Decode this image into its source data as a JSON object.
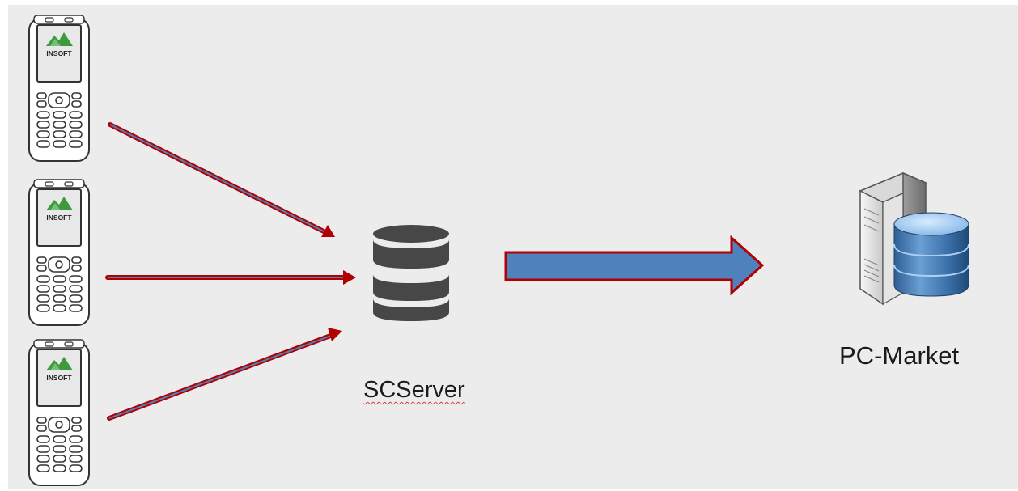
{
  "diagram": {
    "background_color": "#ececec",
    "arrow_outline_color": "#b00000",
    "arrow_fill_color": "#4f81bd",
    "devices": [
      {
        "name": "handheld-terminal-1",
        "logo_text": "INSOFT"
      },
      {
        "name": "handheld-terminal-2",
        "logo_text": "INSOFT"
      },
      {
        "name": "handheld-terminal-3",
        "logo_text": "INSOFT"
      }
    ],
    "nodes": {
      "scserver": {
        "label": "SCServer",
        "icon": "database-icon"
      },
      "pcmarket": {
        "label": "PC-Market",
        "icon": "server-tower-database-icon"
      }
    }
  }
}
